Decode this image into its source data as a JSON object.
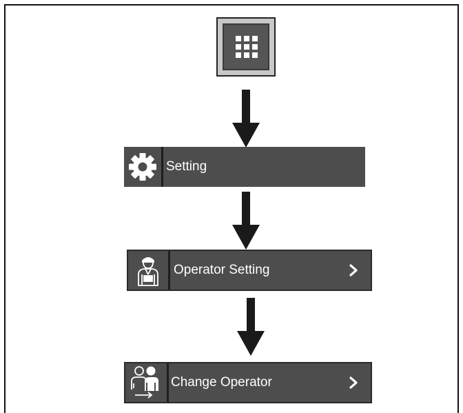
{
  "icons": {
    "menu": "grid-menu-icon",
    "setting": "gear-icon",
    "operator_setting": "operator-person-icon",
    "change_operator": "change-operator-icon",
    "chevron": "chevron-right-icon",
    "arrow": "arrow-down-icon"
  },
  "steps": {
    "setting_label": "Setting",
    "operator_setting_label": "Operator Setting",
    "change_operator_label": "Change Operator"
  },
  "colors": {
    "bar_fill": "#4d4d4d",
    "text": "#ffffff",
    "arrow": "#1a1a1a"
  }
}
